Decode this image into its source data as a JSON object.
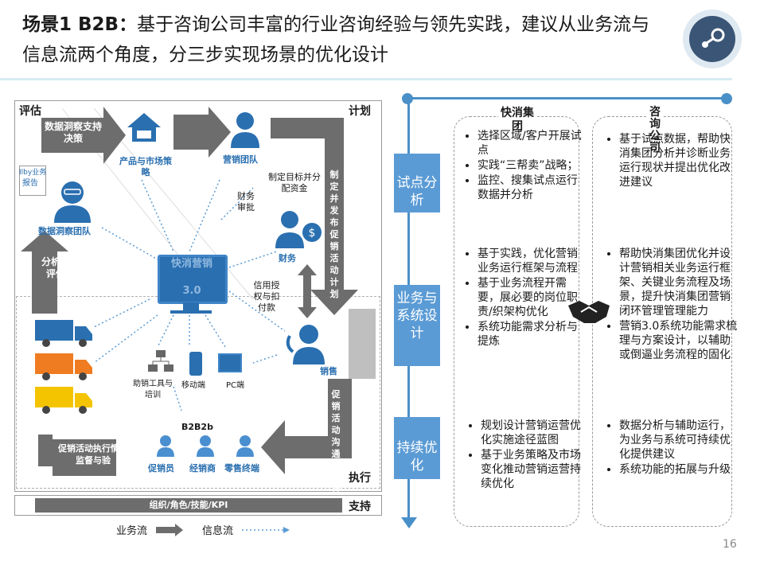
{
  "title": {
    "bold": "场景1 B2B：",
    "text": "基于咨询公司丰富的行业咨询经验与领先实践，建议从业务流与信息流两个角度，分三步实现场景的优化设计"
  },
  "page_number": "16",
  "diagram": {
    "corner_labels": {
      "evaluate": "评估",
      "plan": "计划",
      "execute": "执行",
      "support": "支持"
    },
    "arrows": {
      "data_support": "数据洞察支持决策",
      "analyze": "分析与评估",
      "plan_publish": "制定并发布促销活动计划",
      "promo_comm": "促销活动沟通与执行",
      "promo_supervise": "促销活动执行情况监督与验"
    },
    "nodes": {
      "product_strategy": "产品与市场策略",
      "marketing_team": "营销团队",
      "data_team": "数据洞察团队",
      "report_tag": "Ilby业务",
      "report": "报告",
      "finance": "财务",
      "sales": "销售",
      "center_title": "快消营销",
      "center_version": "3.0",
      "tools": "助销工具与培训",
      "mobile": "移动端",
      "pc": "PC端",
      "b2b2b": "B2B2b",
      "promoter": "促销员",
      "dealer": "经销商",
      "retail": "零售终端"
    },
    "flow_labels": {
      "set_target": "制定目标并分配资金",
      "finance_approve": "财务审批",
      "credit": "信用授权与扣付款"
    },
    "support_bar": "组织/角色/技能/KPI",
    "legend": {
      "business_flow": "业务流",
      "info_flow": "信息流"
    }
  },
  "plan_table": {
    "columns": [
      "快消集团",
      "咨询公司"
    ],
    "phases": [
      {
        "name": "试点分析",
        "client": [
          "选择区域/客户开展试点",
          "实践“三帮卖”战略；",
          "监控、搜集试点运行数据并分析"
        ],
        "consultant": [
          "基于试点数据，帮助快消集团分析并诊断业务运行现状并提出优化改进建议"
        ]
      },
      {
        "name": "业务与系统设计",
        "client": [
          "基于实践，优化营销业务运行框架与流程",
          "基于业务流程开需要，展必要的岗位职责/织架构优化",
          "系统功能需求分析与提炼"
        ],
        "consultant": [
          "帮助快消集团优化并设计营销相关业务运行框架、关键业务流程及场景，提升快消集团营销闭环管理管理能力",
          "营销3.0系统功能需求梳理与方案设计，以辅助或倒逼业务流程的固化"
        ]
      },
      {
        "name": "持续优化",
        "client": [
          "规划设计营销运营优化实施途径蓝图",
          "基于业务策略及市场变化推动营销运营持续优化"
        ],
        "consultant": [
          "数据分析与辅助运行，为业务与系统可持续优化提供建议",
          "系统功能的拓展与升级"
        ]
      }
    ]
  },
  "colors": {
    "accent": "#5b9bd5",
    "arrow": "#6d6d6d",
    "icon_blue": "#2a6fb0"
  }
}
